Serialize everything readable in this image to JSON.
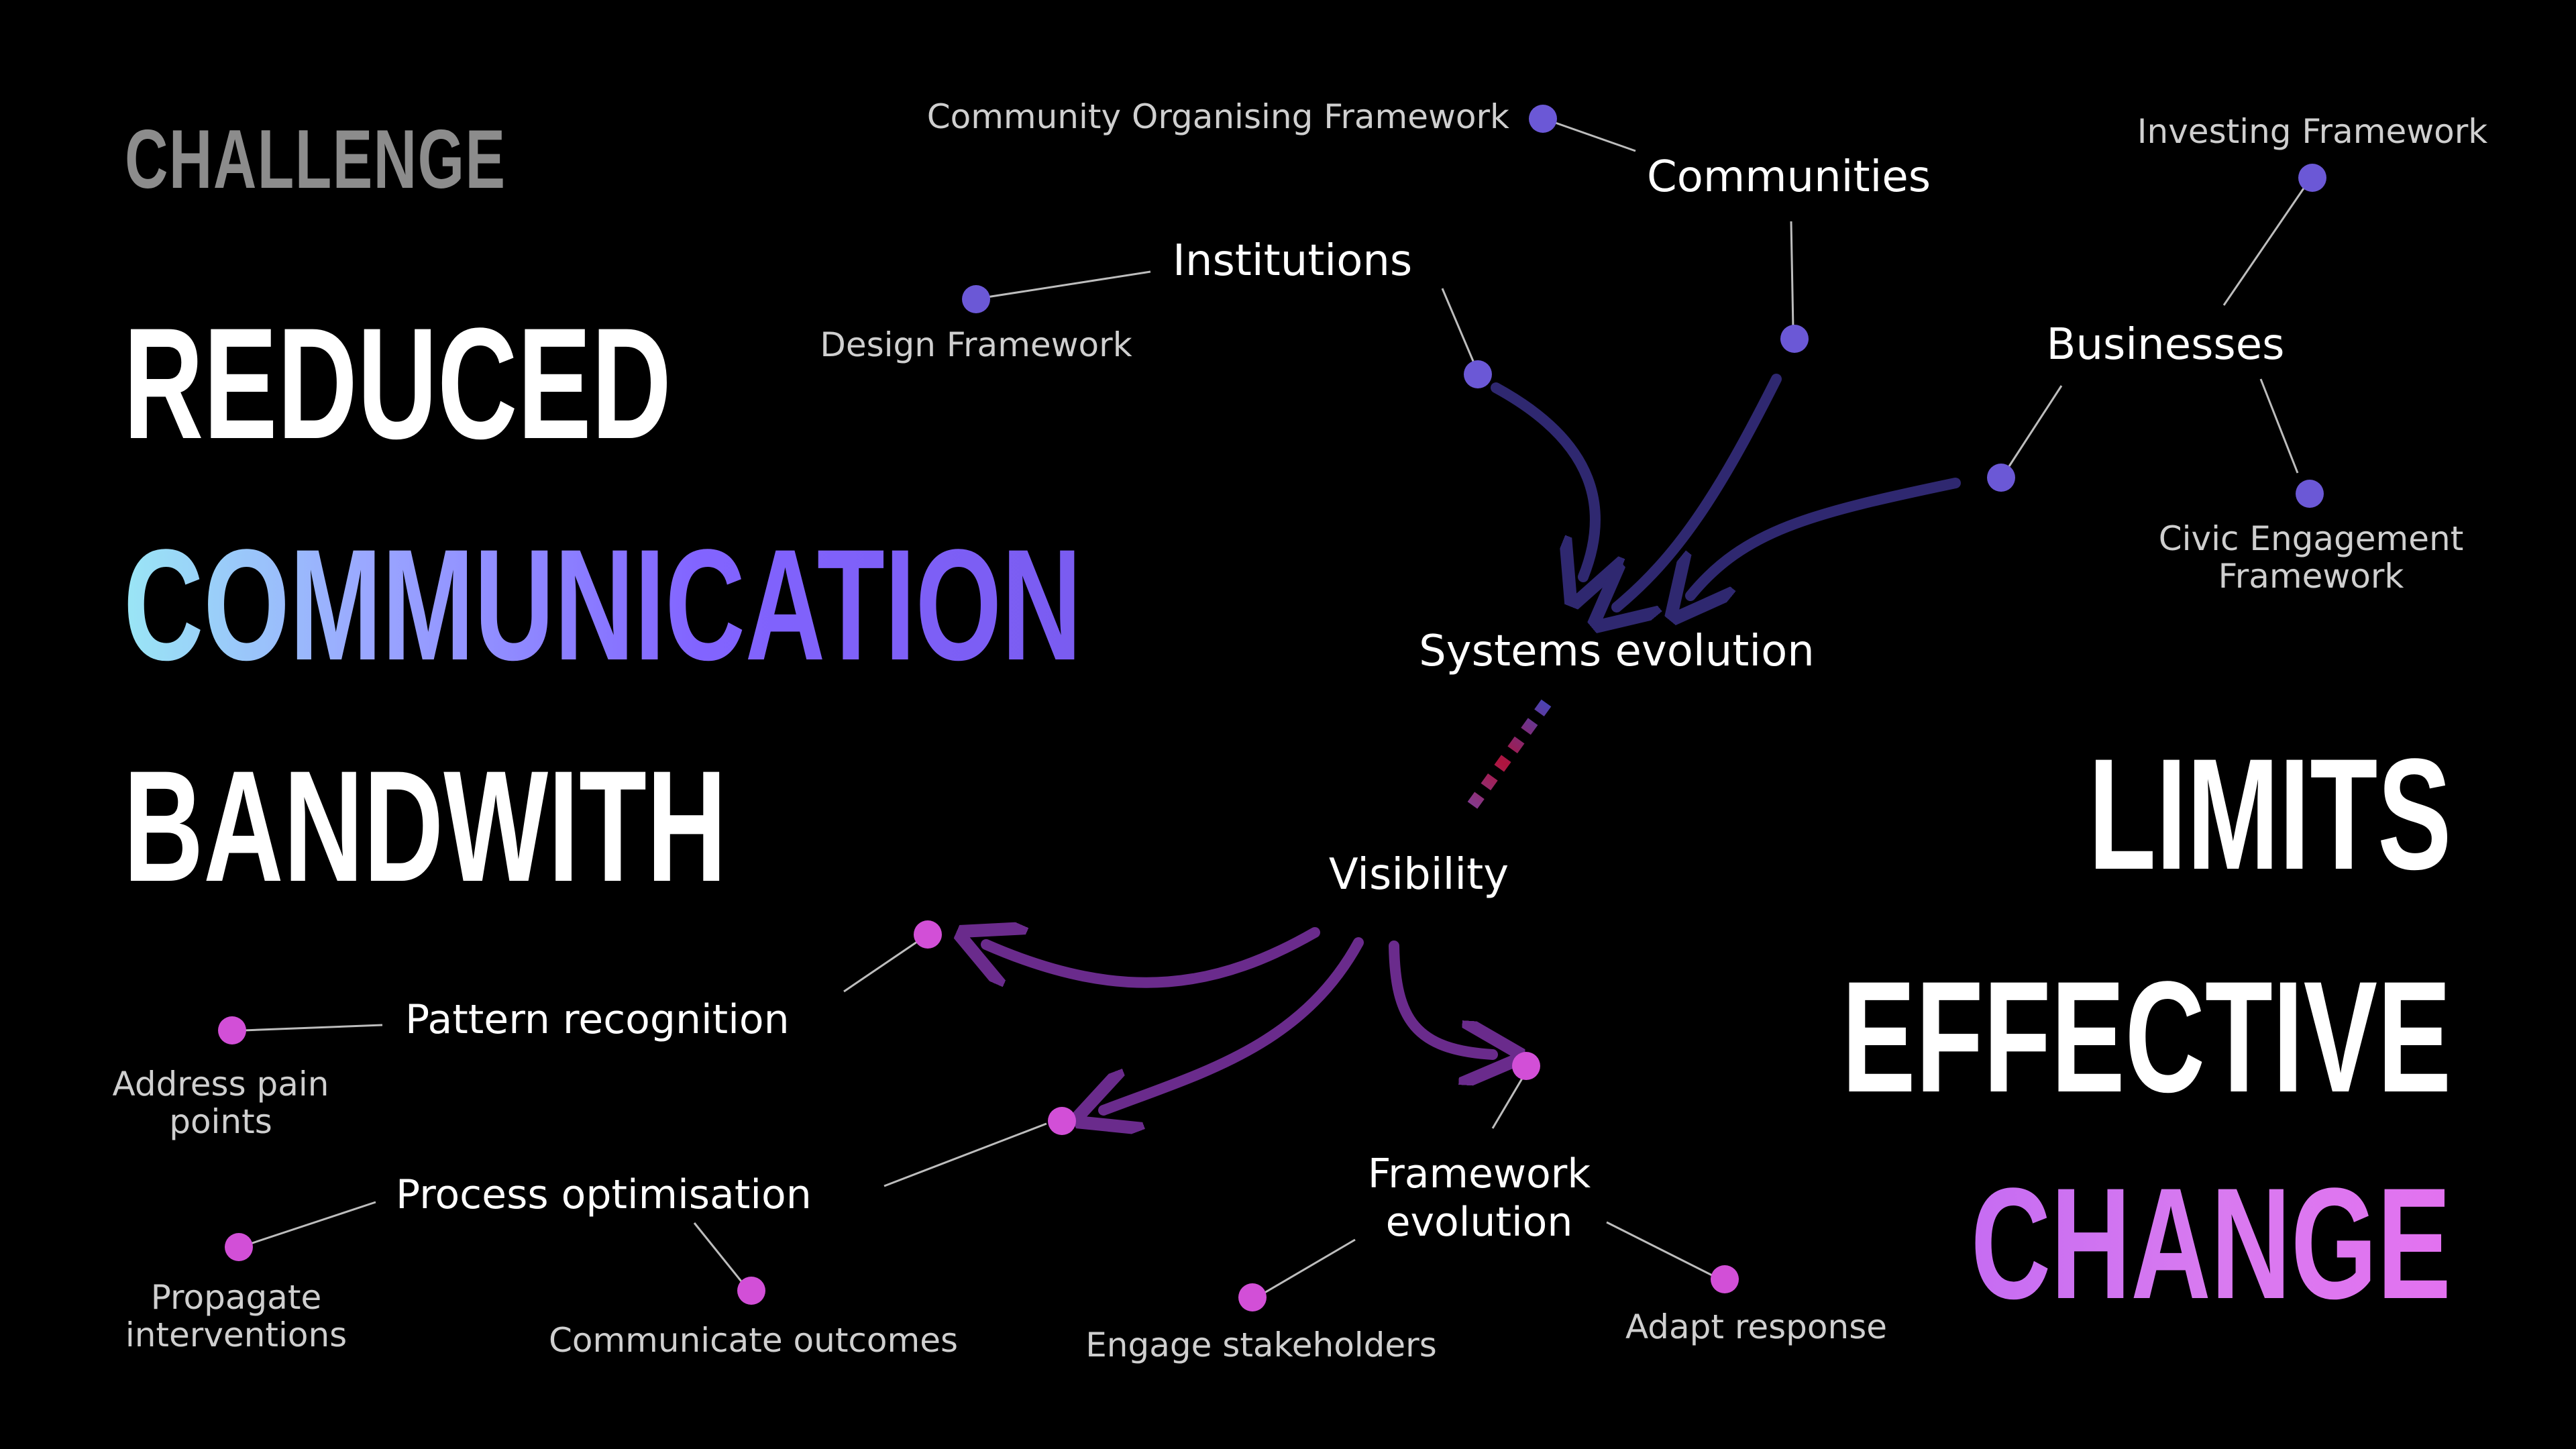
{
  "headline": {
    "challenge": "CHALLENGE",
    "line1": "REDUCED",
    "line2": "COMMUNICATION",
    "line3": "BANDWITH",
    "right1": "LIMITS",
    "right2": "EFFECTIVE",
    "right3": "CHANGE"
  },
  "diagram": {
    "top": {
      "community_organising": "Community Organising Framework",
      "communities": "Communities",
      "investing": "Investing Framework",
      "institutions": "Institutions",
      "design": "Design Framework",
      "businesses": "Businesses",
      "civic_1": "Civic Engagement",
      "civic_2": "Framework",
      "systems_evolution": "Systems evolution"
    },
    "bottom": {
      "visibility": "Visibility",
      "pattern": "Pattern recognition",
      "address_1": "Address pain",
      "address_2": "points",
      "process": "Process optimisation",
      "propagate_1": "Propagate",
      "propagate_2": "interventions",
      "communicate": "Communicate outcomes",
      "framework_1": "Framework",
      "framework_2": "evolution",
      "engage": "Engage stakeholders",
      "adapt": "Adapt response"
    }
  },
  "colors": {
    "background": "#000000",
    "blue_node": "#6b58d6",
    "blue_arrow": "#2f2870",
    "pink_node": "#d24fd7",
    "purple_arrow": "#6a2b8c",
    "headline_gray": "#8c8c8c",
    "headline_white": "#ffffff"
  }
}
